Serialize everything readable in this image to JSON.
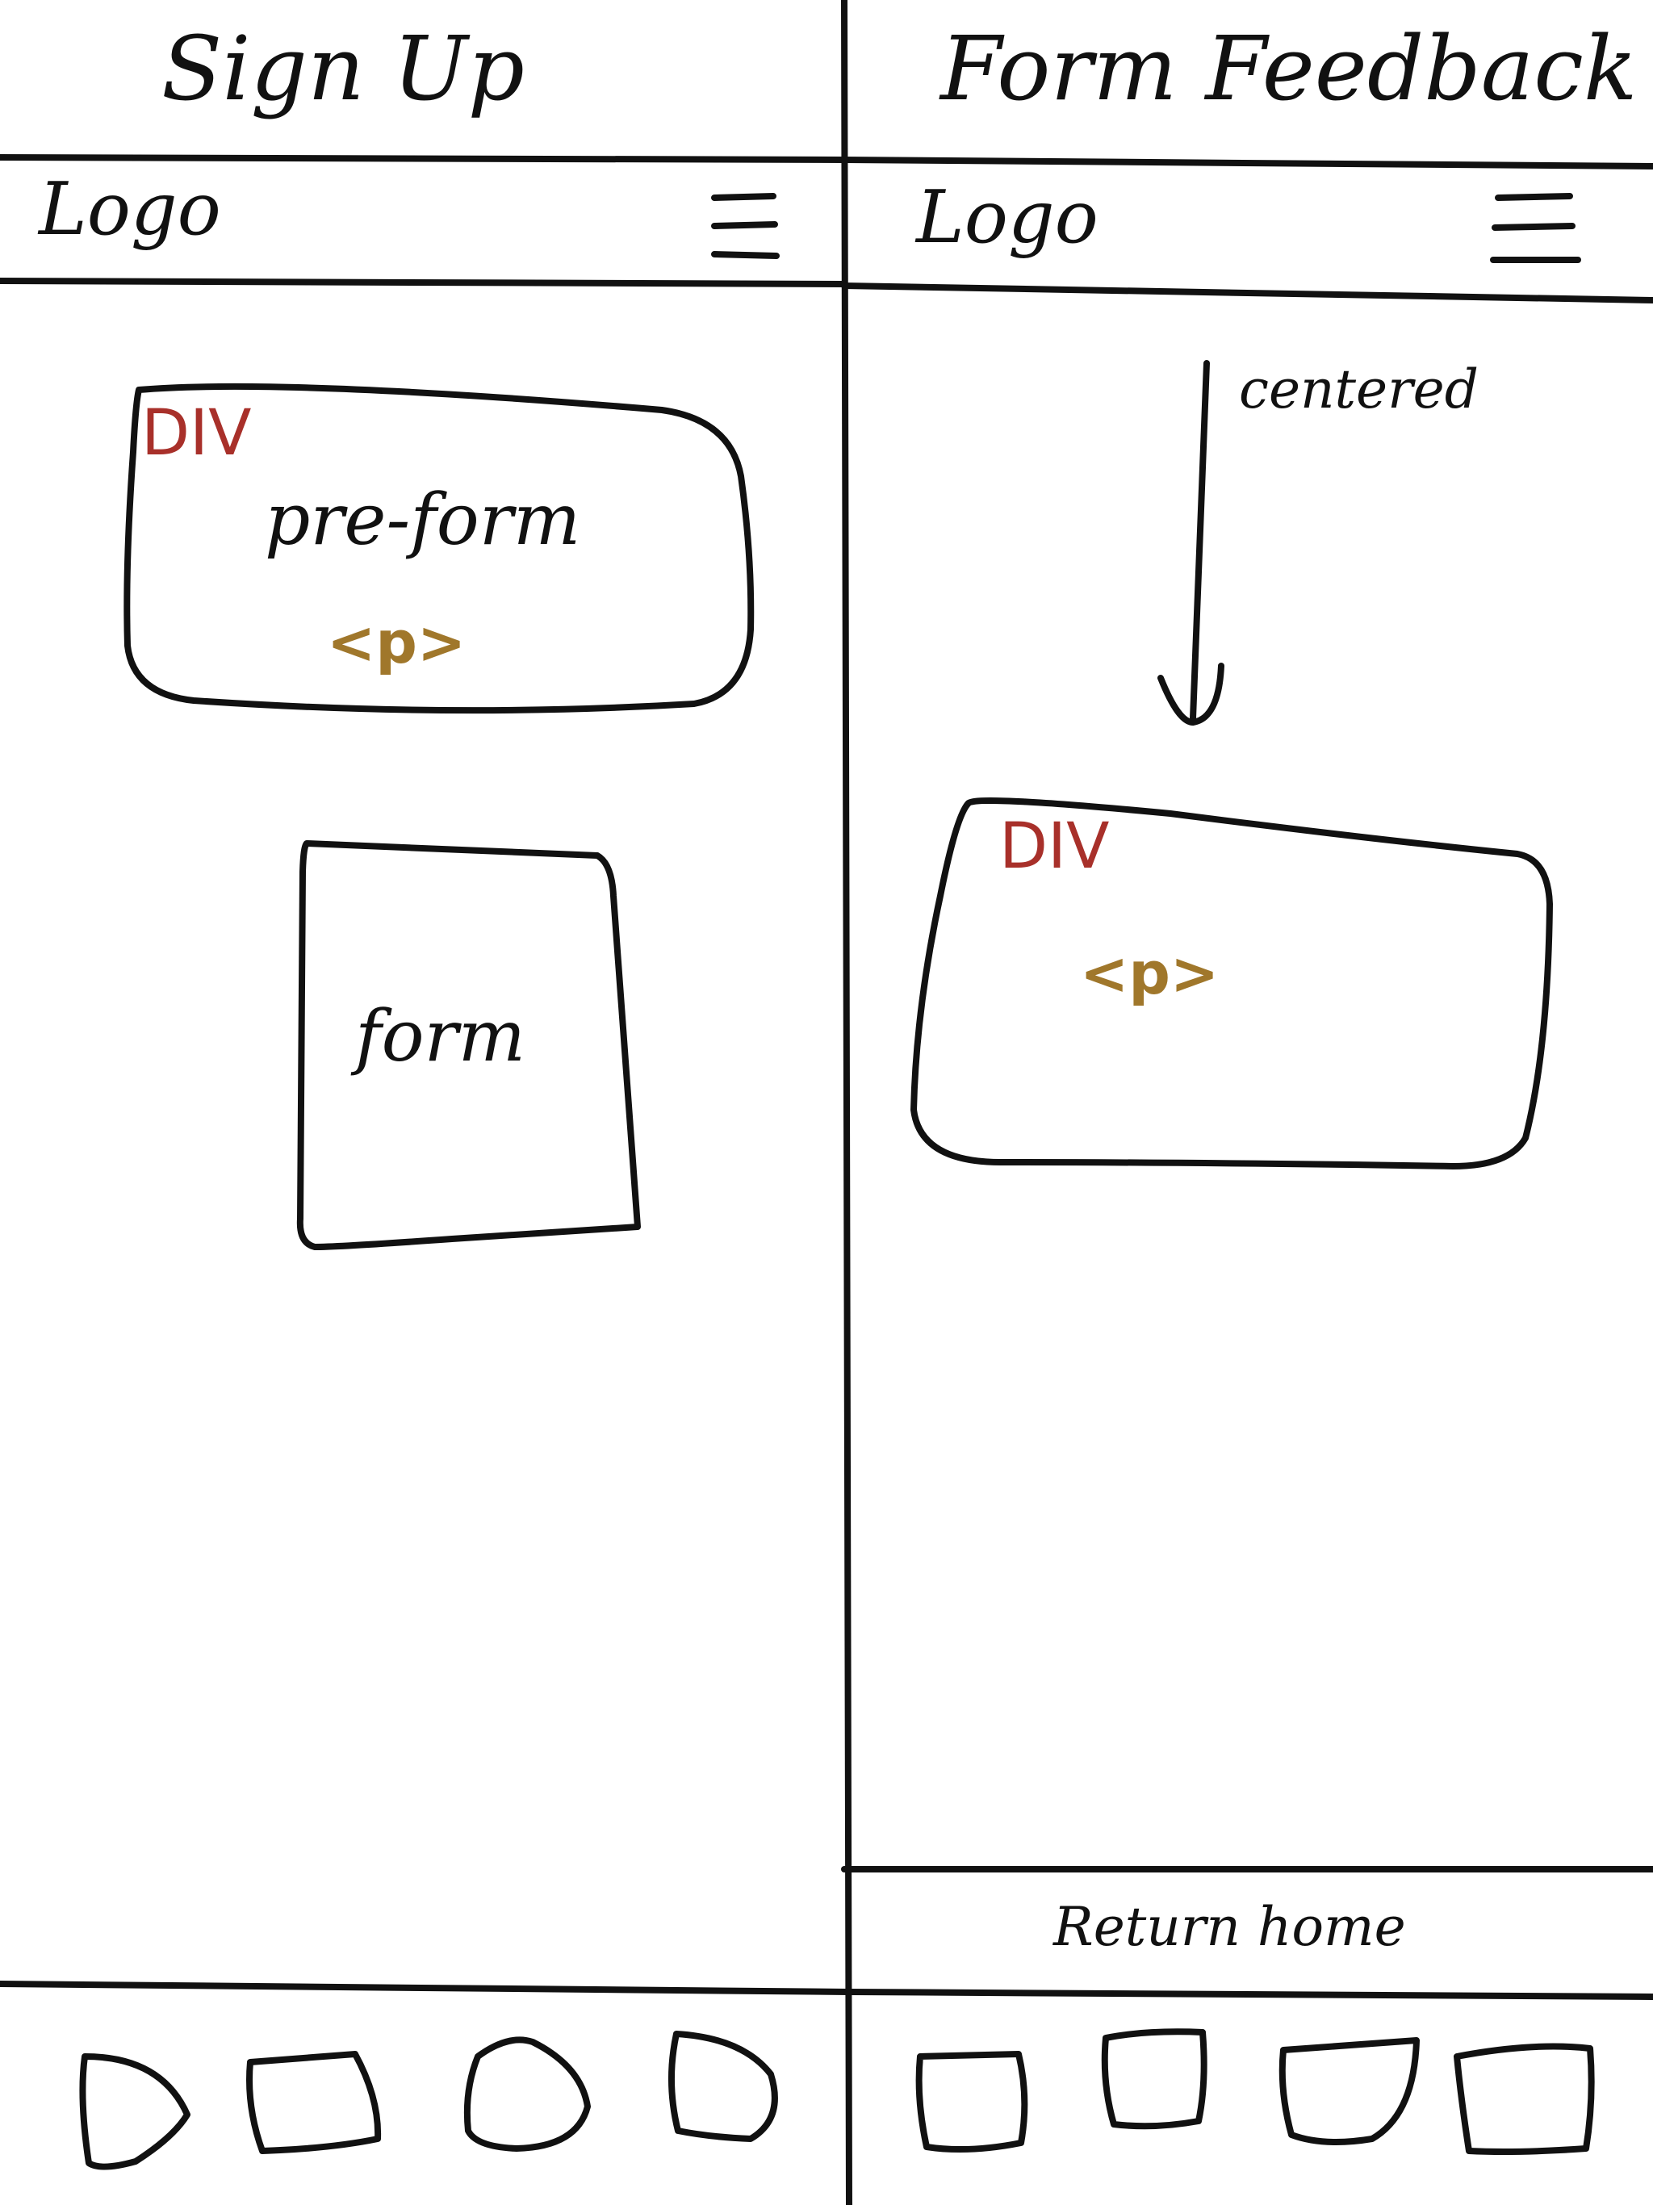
{
  "left_screen": {
    "title": "Sign Up",
    "header": {
      "logo": "Logo",
      "menu_icon": "hamburger-icon"
    },
    "pre_form_box": {
      "tag": "DIV",
      "label": "pre-form",
      "element": "<p>"
    },
    "form_box": {
      "label": "form"
    },
    "footer": {
      "icons": [
        "d-shape-icon",
        "square-icon",
        "pentagon-icon",
        "d-shape-icon"
      ]
    }
  },
  "right_screen": {
    "title": "Form Feedback",
    "header": {
      "logo": "Logo",
      "menu_icon": "hamburger-icon"
    },
    "annotation": "centered",
    "feedback_box": {
      "tag": "DIV",
      "element": "<p>"
    },
    "return_link": "Return home",
    "footer": {
      "icons": [
        "square-icon",
        "square-icon",
        "cup-shape-icon",
        "square-icon"
      ]
    }
  },
  "colors": {
    "ink": "#111111",
    "div_tag": "#a8302a",
    "p_tag": "#a0772b"
  }
}
